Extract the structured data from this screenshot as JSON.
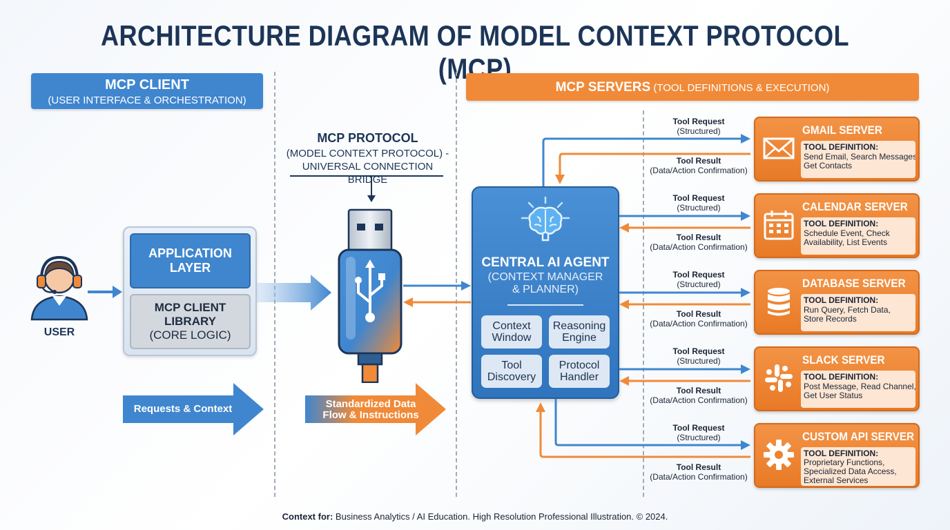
{
  "title": "ARCHITECTURE DIAGRAM OF MODEL CONTEXT PROTOCOL (MCP)",
  "client_banner": {
    "title": "MCP CLIENT",
    "subtitle": "(USER INTERFACE & ORCHESTRATION)"
  },
  "servers_banner": {
    "title": "MCP SERVERS",
    "subtitle": " (TOOL DEFINITIONS & EXECUTION)"
  },
  "user": {
    "label": "USER"
  },
  "client": {
    "app_layer": [
      "APPLICATION",
      "LAYER"
    ],
    "library": [
      "MCP CLIENT",
      "LIBRARY",
      "(CORE LOGIC)"
    ]
  },
  "protocol": {
    "title": "MCP PROTOCOL",
    "subtitle": [
      "(MODEL CONTEXT PROTOCOL) -",
      "UNIVERSAL CONNECTION BRIDGE"
    ]
  },
  "arrows": {
    "requests": "Requests & Context",
    "standardized": [
      "Standardized Data",
      "Flow & Instructions"
    ]
  },
  "agent": {
    "title": "CENTRAL AI AGENT",
    "subtitle": [
      "(CONTEXT MANAGER",
      "& PLANNER)"
    ],
    "modules": [
      "Context Window",
      "Reasoning Engine",
      "Tool Discovery",
      "Protocol Handler"
    ]
  },
  "flow": {
    "request": "Tool Request",
    "request_sub": "(Structured)",
    "result": "Tool Result",
    "result_sub": "(Data/Action Confirmation)"
  },
  "servers": [
    {
      "name": "GMAIL SERVER",
      "icon": "mail-icon",
      "def_label": "TOOL DEFINITION:",
      "def": [
        "Send Email, Search Messages,",
        "Get Contacts"
      ]
    },
    {
      "name": "CALENDAR SERVER",
      "icon": "calendar-icon",
      "def_label": "TOOL DEFINITION:",
      "def": [
        "Schedule Event, Check",
        "Availability, List Events"
      ]
    },
    {
      "name": "DATABASE SERVER",
      "icon": "database-icon",
      "def_label": "TOOL DEFINITION:",
      "def": [
        "Run Query, Fetch Data,",
        "Store Records"
      ]
    },
    {
      "name": "SLACK SERVER",
      "icon": "slack-icon",
      "def_label": "TOOL DEFINITION:",
      "def": [
        "Post Message, Read Channel,",
        "Get User Status"
      ]
    },
    {
      "name": "CUSTOM API SERVER",
      "icon": "gear-icon",
      "def_label": "TOOL DEFINITION:",
      "def": [
        "Proprietary Functions,",
        "Specialized Data Access,",
        "External Services"
      ]
    }
  ],
  "footer": {
    "label": "Context for:",
    "text": " Business Analytics / AI Education. High Resolution Professional Illustration. © 2024."
  },
  "colors": {
    "blue": "#3f86cf",
    "orange": "#f08a38",
    "navy": "#1c3557"
  }
}
